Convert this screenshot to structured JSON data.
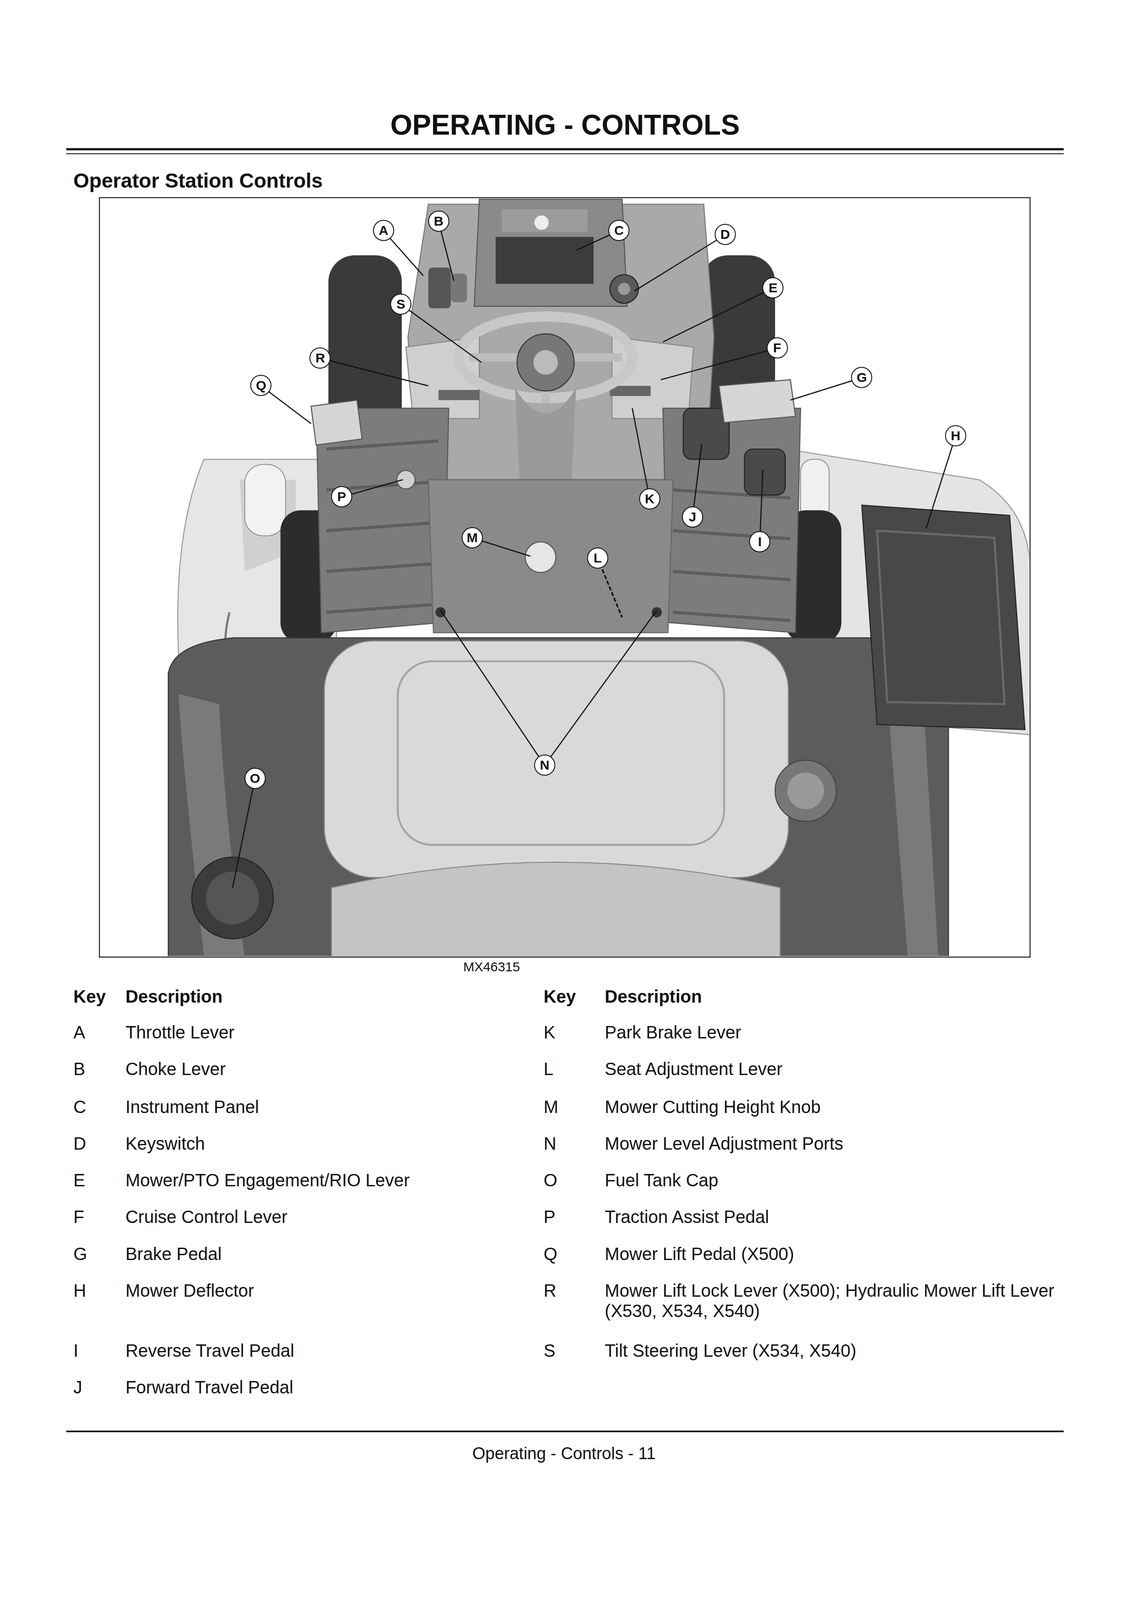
{
  "diagram": {
    "title": "OPERATING - CONTROLS",
    "nodes": [
      {
        "text": [
          "B"
        ]
      },
      {
        "text": [
          "A"
        ]
      },
      {
        "text": [
          "C"
        ]
      },
      {
        "text": [
          "D"
        ]
      },
      {
        "text": [
          "E"
        ]
      },
      {
        "text": [
          "S"
        ]
      },
      {
        "text": [
          "F"
        ]
      },
      {
        "text": [
          "R"
        ]
      },
      {
        "text": [
          "G"
        ]
      },
      {
        "text": [
          "Q"
        ]
      },
      {
        "text": [
          "H"
        ]
      },
      {
        "text": [
          "P"
        ]
      },
      {
        "text": [
          "K"
        ]
      },
      {
        "text": [
          "J"
        ]
      },
      {
        "text": [
          "M"
        ]
      },
      {
        "text": [
          "I"
        ]
      },
      {
        "text": [
          "L"
        ]
      },
      {
        "text": [
          "N"
        ]
      },
      {
        "text": [
          "O"
        ]
      }
    ],
    "labels": [
      "Operator Station Controls",
      "MX46315",
      "Key",
      "Description",
      "Key",
      "Description",
      "A",
      "Throttle Lever",
      "B",
      "Choke Lever",
      "C",
      "Instrument Panel",
      "D",
      "Keyswitch",
      "E",
      "Mower/PTO Engagement/RIO Lever",
      "F",
      "Cruise Control Lever",
      "G",
      "Brake Pedal",
      "H",
      "Mower Deflector",
      "I",
      "Reverse Travel Pedal",
      "J",
      "Forward Travel Pedal",
      "K",
      "Park Brake Lever",
      "L",
      "Seat Adjustment Lever",
      "M",
      "Mower Cutting Height Knob",
      "N",
      "Mower Level Adjustment Ports",
      "O",
      "Fuel Tank Cap",
      "P",
      "Traction Assist Pedal",
      "Q",
      "Mower Lift Pedal (X500)",
      "R",
      "Mower Lift Lock Lever (X500); Hydraulic Mower Lift Lever (X530, X534, X540)",
      "S",
      "Tilt Steering Lever (X534, X540)",
      "Operating - Controls - 11"
    ]
  }
}
